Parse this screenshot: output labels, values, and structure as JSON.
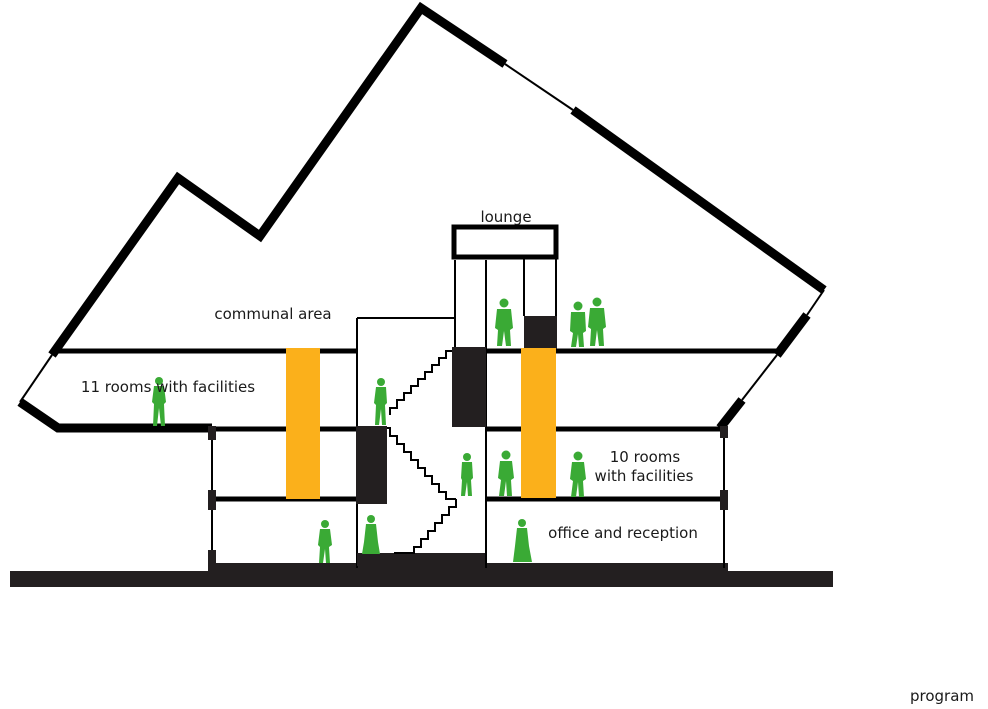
{
  "labels": {
    "lounge": "lounge",
    "communal_area": "communal area",
    "rooms_upper_left": "11 rooms with facilities",
    "rooms_right_line1": "10 rooms",
    "rooms_right_line2": "with facilities",
    "office": "office and reception",
    "caption": "program"
  },
  "colors": {
    "structure": "#000000",
    "service_core": "#fbb01b",
    "people": "#3aaa35"
  },
  "icons": [
    "person-silhouette-icon"
  ]
}
